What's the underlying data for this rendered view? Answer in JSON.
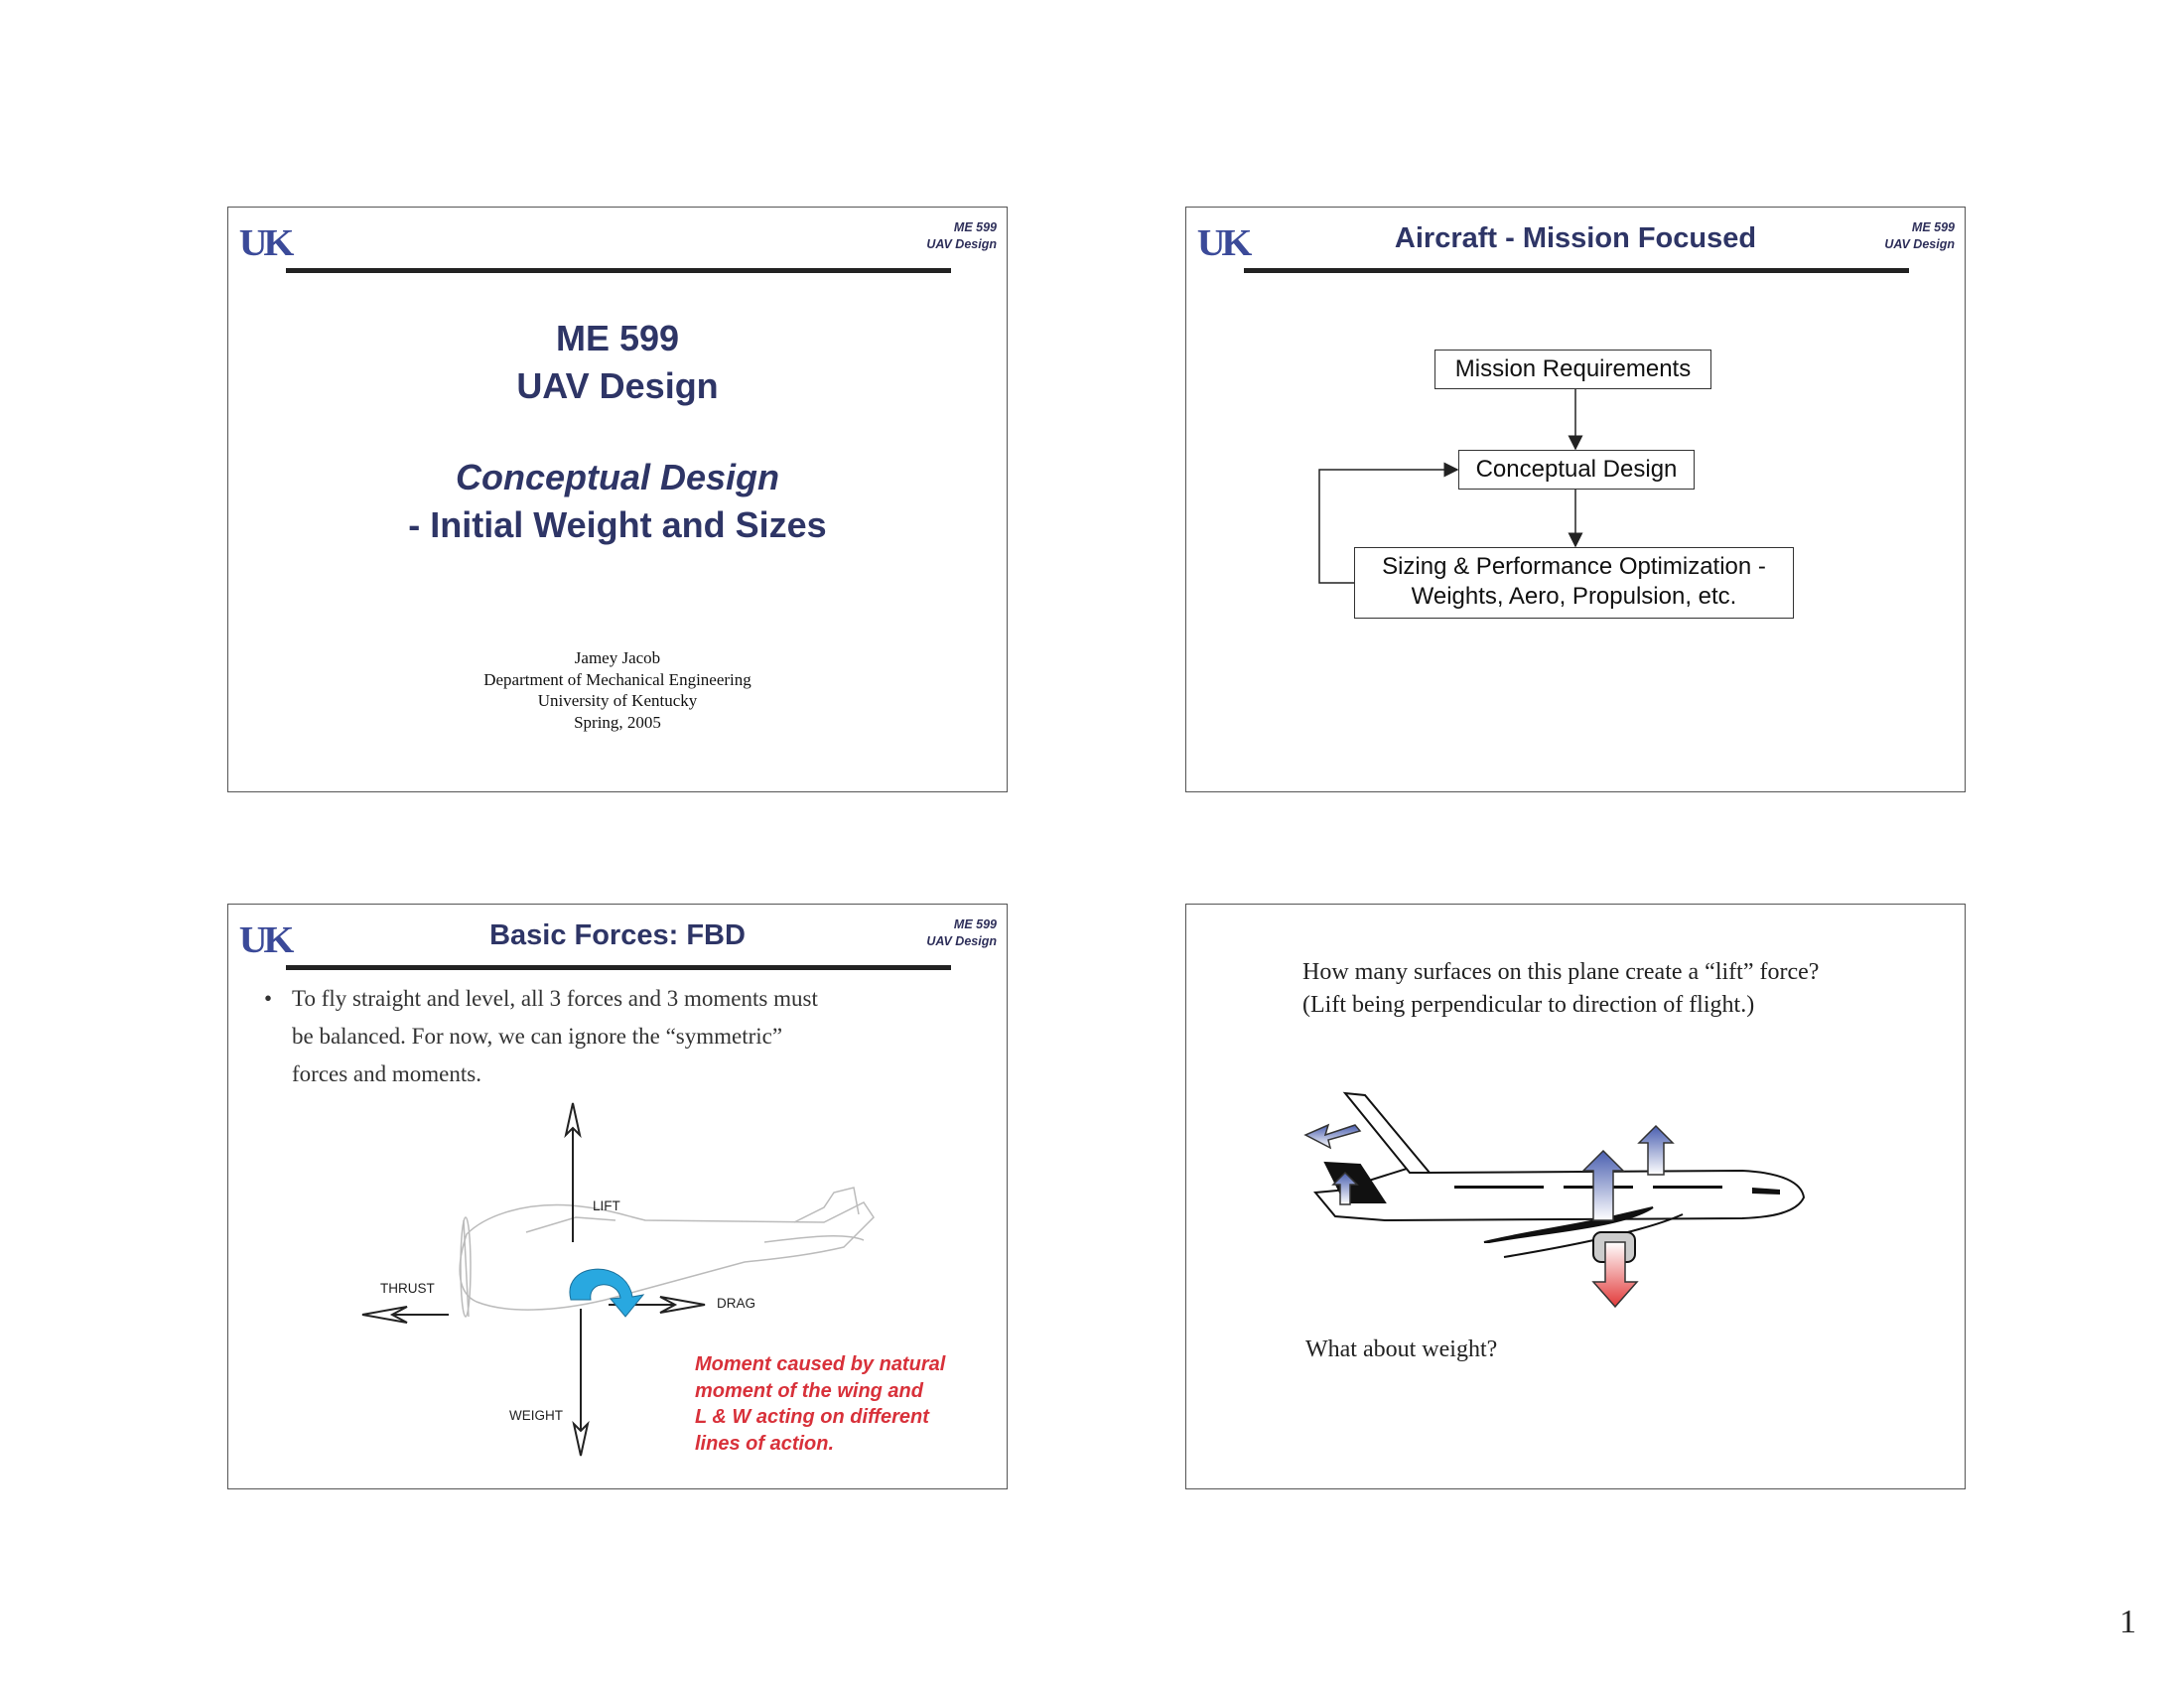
{
  "logo_text": "UK",
  "course_tag": {
    "line1": "ME 599",
    "line2": "UAV Design"
  },
  "slide1": {
    "title_line1": "ME 599",
    "title_line2": "UAV Design",
    "subtitle_line1": "Conceptual Design",
    "subtitle_line2": "- Initial Weight and Sizes",
    "author": "Jamey Jacob",
    "department": "Department of Mechanical Engineering",
    "university": "University of Kentucky",
    "term": "Spring, 2005"
  },
  "slide2": {
    "title": "Aircraft - Mission Focused",
    "box1": "Mission Requirements",
    "box2": "Conceptual Design",
    "box3_line1": "Sizing & Performance Optimization -",
    "box3_line2": "Weights, Aero, Propulsion, etc."
  },
  "slide3": {
    "title": "Basic Forces: FBD",
    "bullet_line1": "To fly straight and level, all 3 forces and 3 moments must",
    "bullet_line2": "be balanced. For now, we can ignore the “symmetric”",
    "bullet_line3": "forces and moments.",
    "bullet_symbol": "•",
    "lift": "LIFT",
    "thrust": "THRUST",
    "drag": "DRAG",
    "weight": "WEIGHT",
    "note_line1": "Moment caused by natural",
    "note_line2": "moment of the wing and",
    "note_line3": "L & W acting on different",
    "note_line4": "lines of action.",
    "note_color": "#d8313a",
    "moment_color": "#29a8e0"
  },
  "slide4": {
    "question_line1": "How many surfaces on this plane create a “lift” force?",
    "question_line2": "(Lift being perpendicular to direction of flight.)",
    "weight_question": "What about weight?",
    "lift_arrow_color": "#4a5fb0",
    "weight_arrow_color": "#e23a3a"
  },
  "page_number": "1",
  "colors": {
    "title": "#2e3566",
    "logo": "#3b4a99"
  }
}
